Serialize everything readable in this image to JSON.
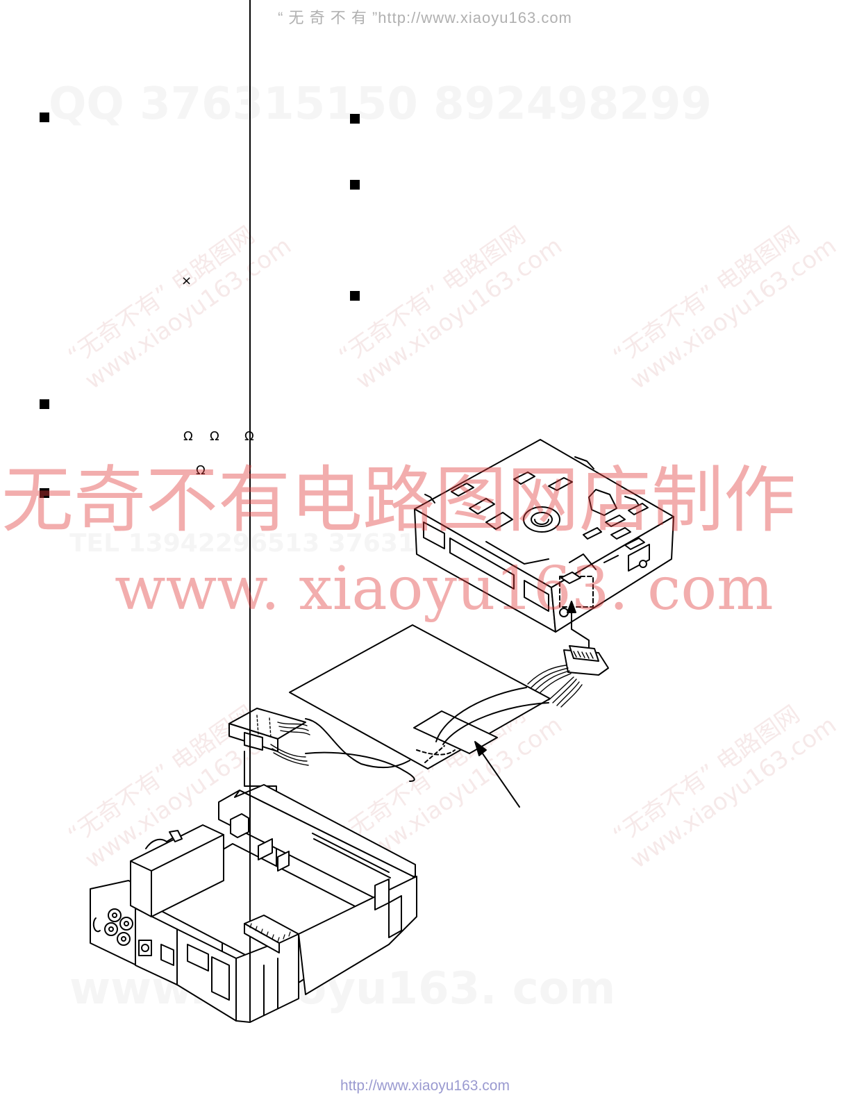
{
  "header": {
    "text": "“ 无 奇 不 有 ”http://www.xiaoyu163.com"
  },
  "footer": {
    "url": "http://www.xiaoyu163.com"
  },
  "symbols": {
    "times": "×",
    "ohm": "Ω"
  },
  "watermarks": {
    "top_qq": "QQ 376315150      892498299",
    "mid_tel": "TEL 13942296513    376315150   892498299",
    "shop_cn": "无奇不有电路图网店制作",
    "shop_url": "www. xiaoyu163. com",
    "bottom_url": "www. xiaoyu163. com",
    "diag_cn": "“无奇不有” 电路图网",
    "diag_url": "www.xiaoyu163.com"
  },
  "colors": {
    "watermark_red": "#e13c3c",
    "header_grey": "#b0b0b0",
    "footer_link": "#9a9ad0",
    "line_art": "#000000"
  }
}
